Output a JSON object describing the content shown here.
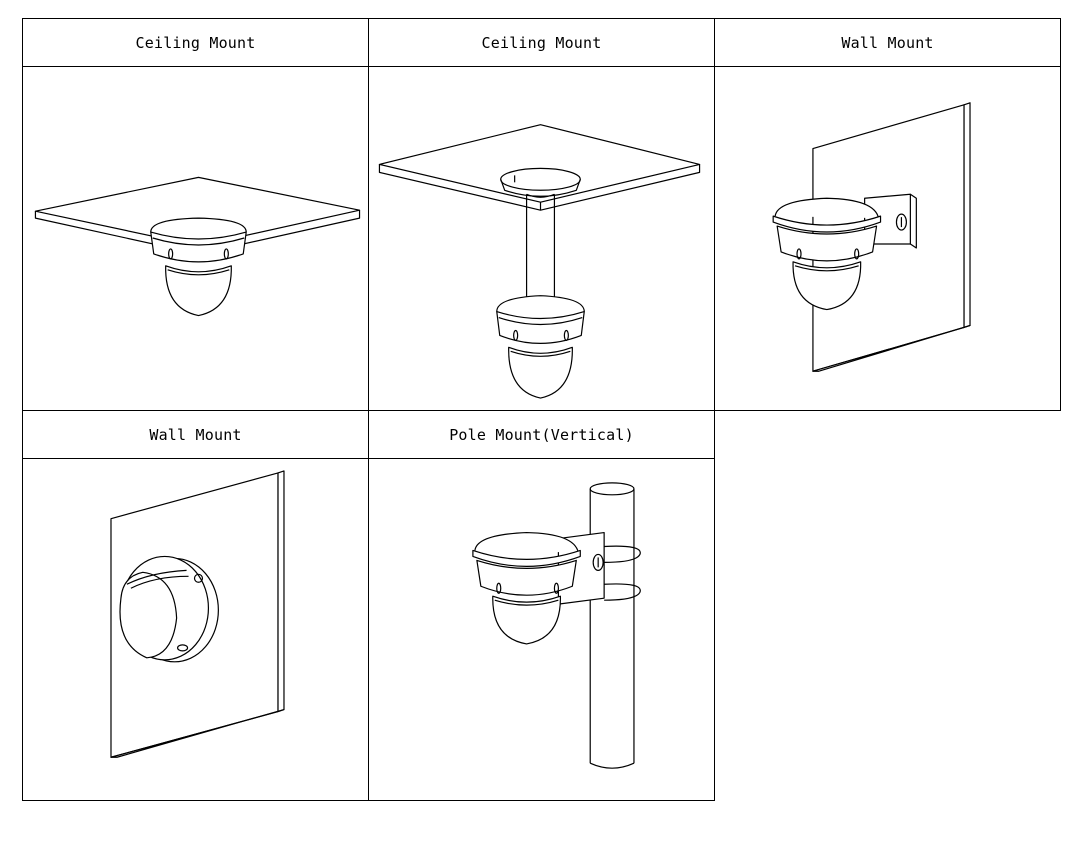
{
  "mounts": [
    {
      "title": "Ceiling Mount",
      "illustration": "ceiling-mount-flush-illustration"
    },
    {
      "title": "Ceiling Mount",
      "illustration": "ceiling-mount-pendant-illustration"
    },
    {
      "title": "Wall Mount",
      "illustration": "wall-mount-bracket-illustration"
    },
    {
      "title": "Wall Mount",
      "illustration": "wall-mount-direct-illustration"
    },
    {
      "title": "Pole Mount(Vertical)",
      "illustration": "pole-mount-vertical-illustration"
    }
  ]
}
